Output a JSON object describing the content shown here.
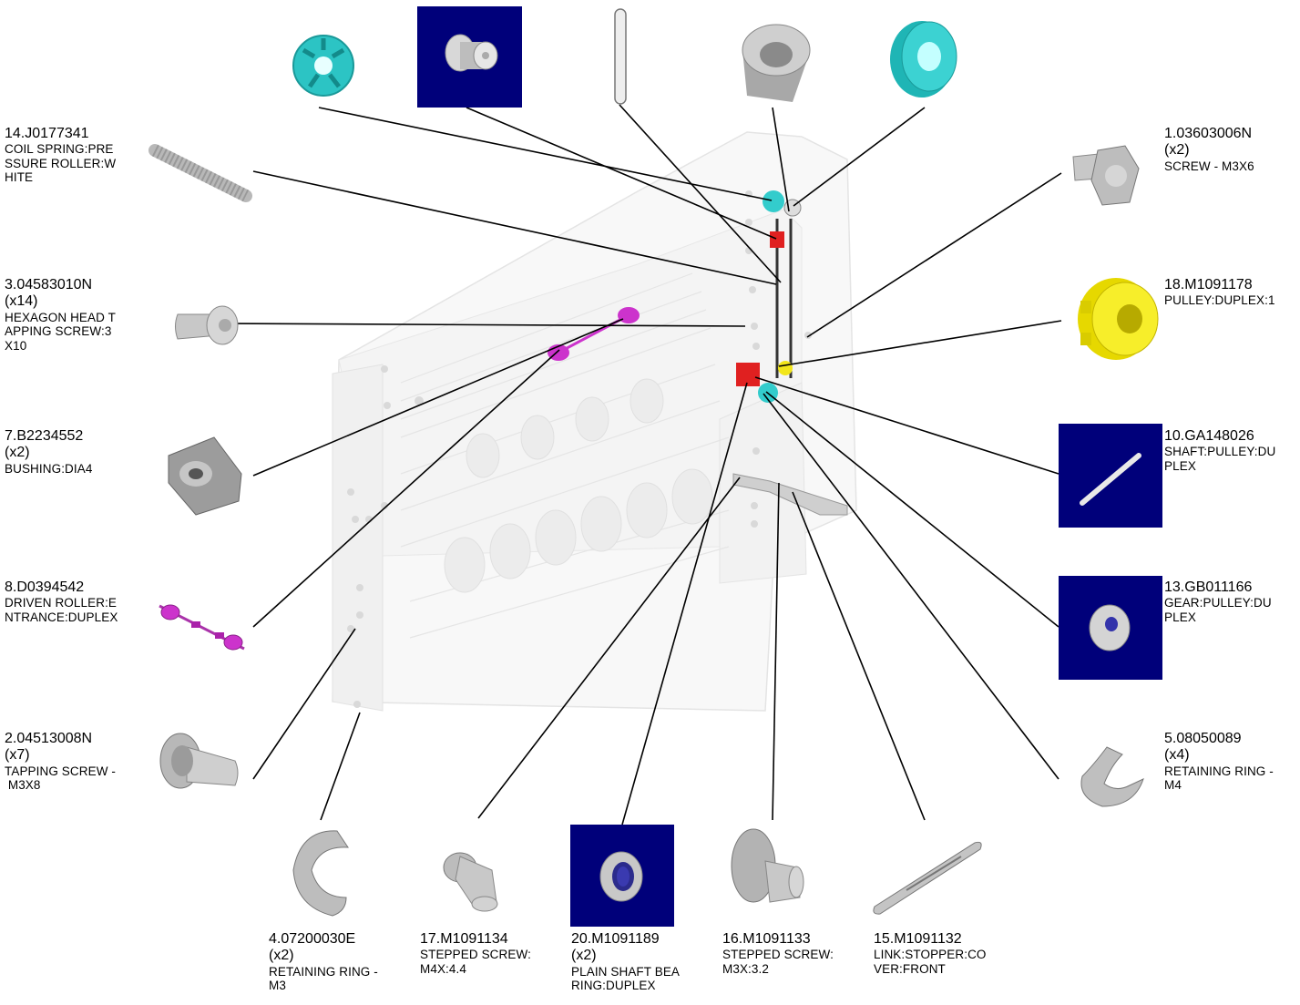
{
  "parts": [
    {
      "id": "p14",
      "number": "14.J0177341",
      "qty": "",
      "desc": [
        "COIL SPRING:PRE",
        "SSURE ROLLER:W",
        "HITE"
      ]
    },
    {
      "id": "p3",
      "number": "3.04583010N",
      "qty": "(x14)",
      "desc": [
        "HEXAGON HEAD T",
        "APPING SCREW:3",
        "X10"
      ]
    },
    {
      "id": "p7",
      "number": "7.B2234552",
      "qty": "(x2)",
      "desc": [
        "BUSHING:DIA4"
      ]
    },
    {
      "id": "p8",
      "number": "8.D0394542",
      "qty": "",
      "desc": [
        "DRIVEN ROLLER:E",
        "NTRANCE:DUPLEX"
      ]
    },
    {
      "id": "p2",
      "number": "2.04513008N",
      "qty": "(x7)",
      "desc": [
        "TAPPING SCREW -",
        " M3X8"
      ]
    },
    {
      "id": "p1",
      "number": "1.03603006N",
      "qty": "(x2)",
      "desc": [
        "SCREW - M3X6"
      ]
    },
    {
      "id": "p18",
      "number": "18.M1091178",
      "qty": "",
      "desc": [
        "PULLEY:DUPLEX:1"
      ]
    },
    {
      "id": "p10",
      "number": "10.GA148026",
      "qty": "",
      "desc": [
        "SHAFT:PULLEY:DU",
        "PLEX"
      ]
    },
    {
      "id": "p13",
      "number": "13.GB011166",
      "qty": "",
      "desc": [
        "GEAR:PULLEY:DU",
        "PLEX"
      ]
    },
    {
      "id": "p5",
      "number": "5.08050089",
      "qty": "(x4)",
      "desc": [
        "RETAINING RING -",
        "M4"
      ]
    },
    {
      "id": "p4",
      "number": "4.07200030E",
      "qty": "(x2)",
      "desc": [
        "RETAINING RING -",
        "M3"
      ]
    },
    {
      "id": "p17",
      "number": "17.M1091134",
      "qty": "",
      "desc": [
        "STEPPED SCREW:",
        "M4X:4.4"
      ]
    },
    {
      "id": "p20",
      "number": "20.M1091189",
      "qty": "(x2)",
      "desc": [
        "PLAIN SHAFT BEA",
        "RING:DUPLEX"
      ]
    },
    {
      "id": "p16",
      "number": "16.M1091133",
      "qty": "",
      "desc": [
        "STEPPED SCREW:",
        "M3X:3.2"
      ]
    },
    {
      "id": "p15",
      "number": "15.M1091132",
      "qty": "",
      "desc": [
        "LINK:STOPPER:CO",
        "VER:FRONT"
      ]
    }
  ],
  "colors": {
    "navy_background": "#00007a",
    "cyan_part": "#33cccc",
    "magenta_part": "#cc33cc",
    "yellow_part": "#f2e61a",
    "red_part": "#e02020",
    "gray_part": "#b8b8b8",
    "frame_ghost": "#e6e6e6"
  },
  "icons": [
    "cyan-gear-icon",
    "bushing-icon",
    "pin-icon",
    "gray-bushing-icon",
    "cyan-pulley-icon",
    "spring-icon",
    "screw-icon",
    "bushing-dia4-icon",
    "roller-icon",
    "yellow-pulley-icon",
    "shaft-icon",
    "gear-icon",
    "retaining-ring-icon",
    "stepped-screw-icon",
    "bearing-ring-icon",
    "link-icon",
    "duplex-unit-illustration"
  ]
}
